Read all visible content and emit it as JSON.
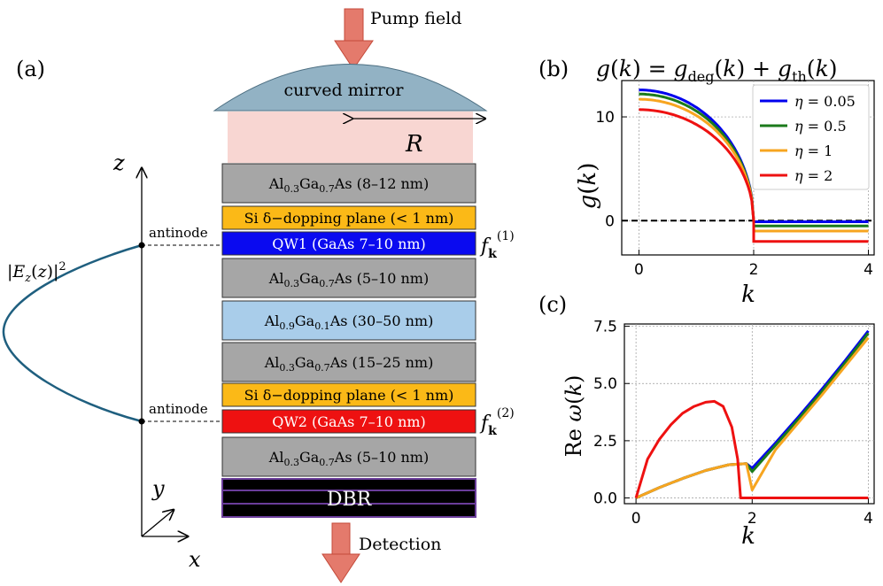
{
  "panel_a": {
    "label": "(a)",
    "pump_label": "Pump field",
    "detection_label": "Detection",
    "mirror_label": "curved mirror",
    "radius_label": "R",
    "axes": {
      "z": "z",
      "y": "y",
      "x": "x"
    },
    "field_label": "|E_z(z)|^2",
    "antinode_label": "antinode",
    "layers": [
      {
        "id": "algaas-top",
        "text": "Al0.3Ga0.7As  (8–12 nm)",
        "color": "#a6a6a6"
      },
      {
        "id": "si-doping-1",
        "text": "Si δ−dopping plane  (< 1 nm)",
        "color": "#fbb917"
      },
      {
        "id": "qw1",
        "text": "QW1  (GaAs 7–10 nm)",
        "color": "#0a0af0"
      },
      {
        "id": "algaas-2",
        "text": "Al0.3Ga0.7As  (5–10 nm)",
        "color": "#a6a6a6"
      },
      {
        "id": "al09",
        "text": "Al0.9Ga0.1As  (30–50 nm)",
        "color": "#a9cdea"
      },
      {
        "id": "algaas-3",
        "text": "Al0.3Ga0.7As  (15–25 nm)",
        "color": "#a6a6a6"
      },
      {
        "id": "si-doping-2",
        "text": "Si δ−dopping plane  (< 1 nm)",
        "color": "#fbb917"
      },
      {
        "id": "qw2",
        "text": "QW2  (GaAs 7–10 nm)",
        "color": "#ee1111"
      },
      {
        "id": "algaas-bottom",
        "text": "Al0.3Ga0.7As  (5–10 nm)",
        "color": "#a6a6a6"
      },
      {
        "id": "dbr",
        "text": "DBR",
        "color": "#000000"
      }
    ],
    "f_labels": [
      "f_k^(1)",
      "f_k^(2)"
    ]
  },
  "chart_data": [
    {
      "panel": "(b)",
      "type": "line",
      "title": "g(k) = g_deg(k) + g_th(k)",
      "xlabel": "k",
      "ylabel": "g(k)",
      "xlim": [
        -0.3,
        4.1
      ],
      "ylim": [
        -3.3,
        13.5
      ],
      "xticks": [
        0,
        2,
        4
      ],
      "yticks": [
        0,
        10
      ],
      "grid": true,
      "legend": "top-right",
      "hline": 0,
      "series": [
        {
          "name": "η = 0.05",
          "color": "#0000ee",
          "g0": 12.6,
          "tail": -0.1
        },
        {
          "name": "η = 0.5",
          "color": "#1b7a1b",
          "g0": 12.2,
          "tail": -0.5
        },
        {
          "name": "η = 1",
          "color": "#f7a520",
          "g0": 11.7,
          "tail": -1.0
        },
        {
          "name": "η = 2",
          "color": "#ee1111",
          "g0": 10.7,
          "tail": -2.0
        }
      ]
    },
    {
      "panel": "(c)",
      "type": "line",
      "xlabel": "k",
      "ylabel": "Re ω(k)",
      "xlim": [
        -0.2,
        4.1
      ],
      "ylim": [
        -0.25,
        7.6
      ],
      "xticks": [
        0,
        2,
        4
      ],
      "yticks": [
        "0.0",
        "2.5",
        "5.0",
        "7.5"
      ],
      "grid": true,
      "series": [
        {
          "name": "η = 0.05",
          "color": "#0000ee",
          "x": [
            0,
            0.4,
            0.8,
            1.2,
            1.6,
            1.9,
            2.0,
            2.4,
            2.8,
            3.2,
            3.6,
            4.0
          ],
          "y": [
            0,
            0.45,
            0.85,
            1.2,
            1.45,
            1.5,
            1.3,
            2.4,
            3.55,
            4.75,
            6.0,
            7.3
          ]
        },
        {
          "name": "η = 0.5",
          "color": "#1b7a1b",
          "x": [
            0,
            0.4,
            0.8,
            1.2,
            1.6,
            1.9,
            2.0,
            2.4,
            2.8,
            3.2,
            3.6,
            4.0
          ],
          "y": [
            0,
            0.45,
            0.85,
            1.2,
            1.45,
            1.5,
            1.15,
            2.3,
            3.45,
            4.65,
            5.9,
            7.2
          ]
        },
        {
          "name": "η = 1",
          "color": "#f7a520",
          "x": [
            0,
            0.4,
            0.8,
            1.2,
            1.6,
            1.9,
            2.0,
            2.4,
            2.8,
            3.2,
            3.6,
            4.0
          ],
          "y": [
            0,
            0.45,
            0.85,
            1.2,
            1.45,
            1.5,
            0.35,
            2.1,
            3.3,
            4.5,
            5.75,
            7.0
          ]
        },
        {
          "name": "η = 2",
          "color": "#ee1111",
          "x": [
            0,
            0.2,
            0.4,
            0.6,
            0.8,
            1.0,
            1.2,
            1.35,
            1.5,
            1.65,
            1.75,
            1.8,
            2.2,
            2.6,
            3.0,
            3.4,
            3.8,
            4.0
          ],
          "y": [
            0,
            1.7,
            2.55,
            3.2,
            3.7,
            4.0,
            4.18,
            4.22,
            4.0,
            3.1,
            1.7,
            0,
            0,
            0,
            0,
            0,
            0,
            0
          ]
        }
      ]
    }
  ]
}
